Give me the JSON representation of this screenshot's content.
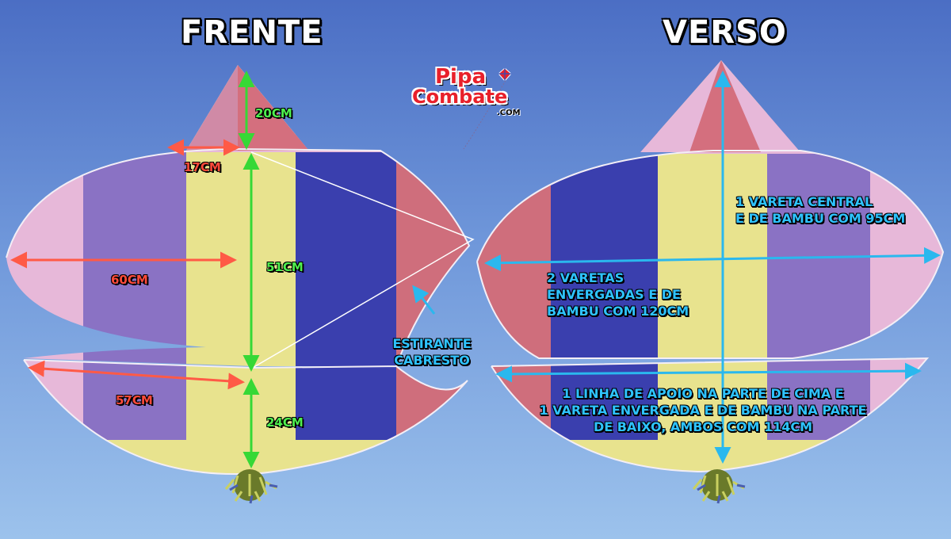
{
  "titles": {
    "front": "FRENTE",
    "back": "VERSO"
  },
  "logo": {
    "line1": "Pipa",
    "line2": "Combate",
    "domain": ".COM"
  },
  "front_labels": {
    "top_height": "20CM",
    "top_width": "17CM",
    "middle_height": "51CM",
    "left_width": "60CM",
    "lower_width": "57CM",
    "bottom_height": "24CM",
    "bridle": [
      "ESTIRANTE",
      "CABRESTO"
    ]
  },
  "back_labels": {
    "central_spar": [
      "1 VARETA CENTRAL",
      "E DE BAMBU COM 95CM"
    ],
    "bent_spars": [
      "2 VARETAS",
      "ENVERGADAS E DE",
      "BAMBU COM 120CM"
    ],
    "support_line": [
      "1 LINHA DE APOIO NA PARTE DE CIMA E",
      "1 VARETA ENVERGADA E DE BAMBU NA PARTE",
      "DE BAIXO, AMBOS COM 114CM"
    ]
  },
  "colors": {
    "pink": "#e7b8d9",
    "purple": "#8a72c4",
    "yellow": "#e8e38e",
    "blue": "#3a3fae",
    "red": "#cf6e7c",
    "measure_red": "#ff4a3a",
    "measure_green": "#38e038",
    "measure_cyan": "#2ab8ee"
  }
}
